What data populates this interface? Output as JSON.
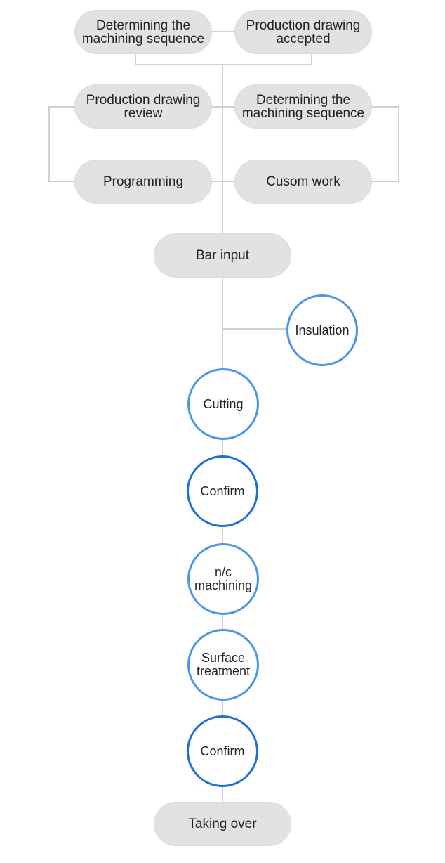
{
  "steps": {
    "determining_top": "Determining the machining sequence",
    "drawing_accepted": "Production drawing accepted",
    "drawing_review": "Production drawing review",
    "determining_mid": "Determining the machining sequence",
    "programming": "Programming",
    "custom_work": "Cusom work",
    "bar_input": "Bar input",
    "insulation": "Insulation",
    "cutting": "Cutting",
    "confirm_1": "Confirm",
    "nc_machining": "n/c machining",
    "surface_treatment": "Surface treatment",
    "confirm_2": "Confirm",
    "taking_over": "Taking over"
  },
  "colors": {
    "pill_fill": "#e2e2e2",
    "connector": "#cfcfcf",
    "circle_border_light": "#4b96e6",
    "circle_border_dark": "#1f6fd6"
  }
}
